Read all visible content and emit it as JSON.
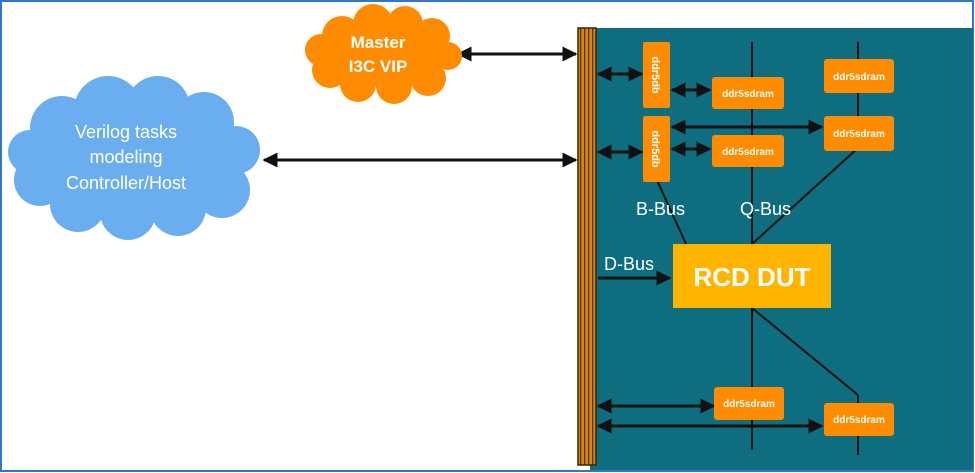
{
  "colors": {
    "board": "#0e6e80",
    "orange": "#ff8c00",
    "rcd": "#ffb400",
    "cloud": "#6aaef0",
    "bus_fill": "#d68a0c",
    "frame": "#2e78c7"
  },
  "master": {
    "line1": "Master",
    "line2": "I3C VIP"
  },
  "host": {
    "line1": "Verilog tasks",
    "line2": "modeling",
    "line3": "Controller/Host"
  },
  "rcd": {
    "label": "RCD DUT"
  },
  "buses": {
    "b": "B-Bus",
    "q": "Q-Bus",
    "d": "D-Bus"
  },
  "chips": {
    "db1": "ddr5db",
    "db2": "ddr5db",
    "sdram_top_left_1": "ddr5sdram",
    "sdram_top_left_2": "ddr5sdram",
    "sdram_top_right_1": "ddr5sdram",
    "sdram_top_right_2": "ddr5sdram",
    "sdram_bottom_left": "ddr5sdram",
    "sdram_bottom_right": "ddr5sdram"
  }
}
